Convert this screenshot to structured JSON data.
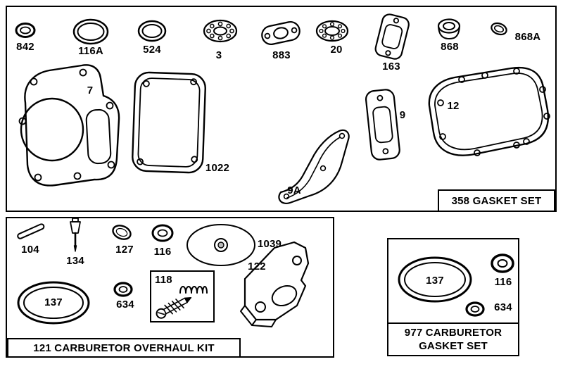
{
  "sections": {
    "gasket_set": {
      "title": "358 GASKET SET",
      "parts": {
        "842": "842",
        "116A": "116A",
        "524": "524",
        "3": "3",
        "883": "883",
        "20": "20",
        "163": "163",
        "868": "868",
        "868A": "868A",
        "7": "7",
        "1022": "1022",
        "9A": "9A",
        "9": "9",
        "12": "12"
      }
    },
    "overhaul_kit": {
      "title": "121 CARBURETOR OVERHAUL KIT",
      "parts": {
        "104": "104",
        "134": "134",
        "127": "127",
        "116": "116",
        "1039": "1039",
        "118": "118",
        "137": "137",
        "634": "634",
        "122": "122"
      }
    },
    "carb_gasket_set": {
      "title_line1": "977 CARBURETOR",
      "title_line2": "GASKET SET",
      "parts": {
        "137": "137",
        "116": "116",
        "634": "634"
      }
    }
  },
  "colors": {
    "ink": "#000000",
    "paper": "#ffffff"
  }
}
